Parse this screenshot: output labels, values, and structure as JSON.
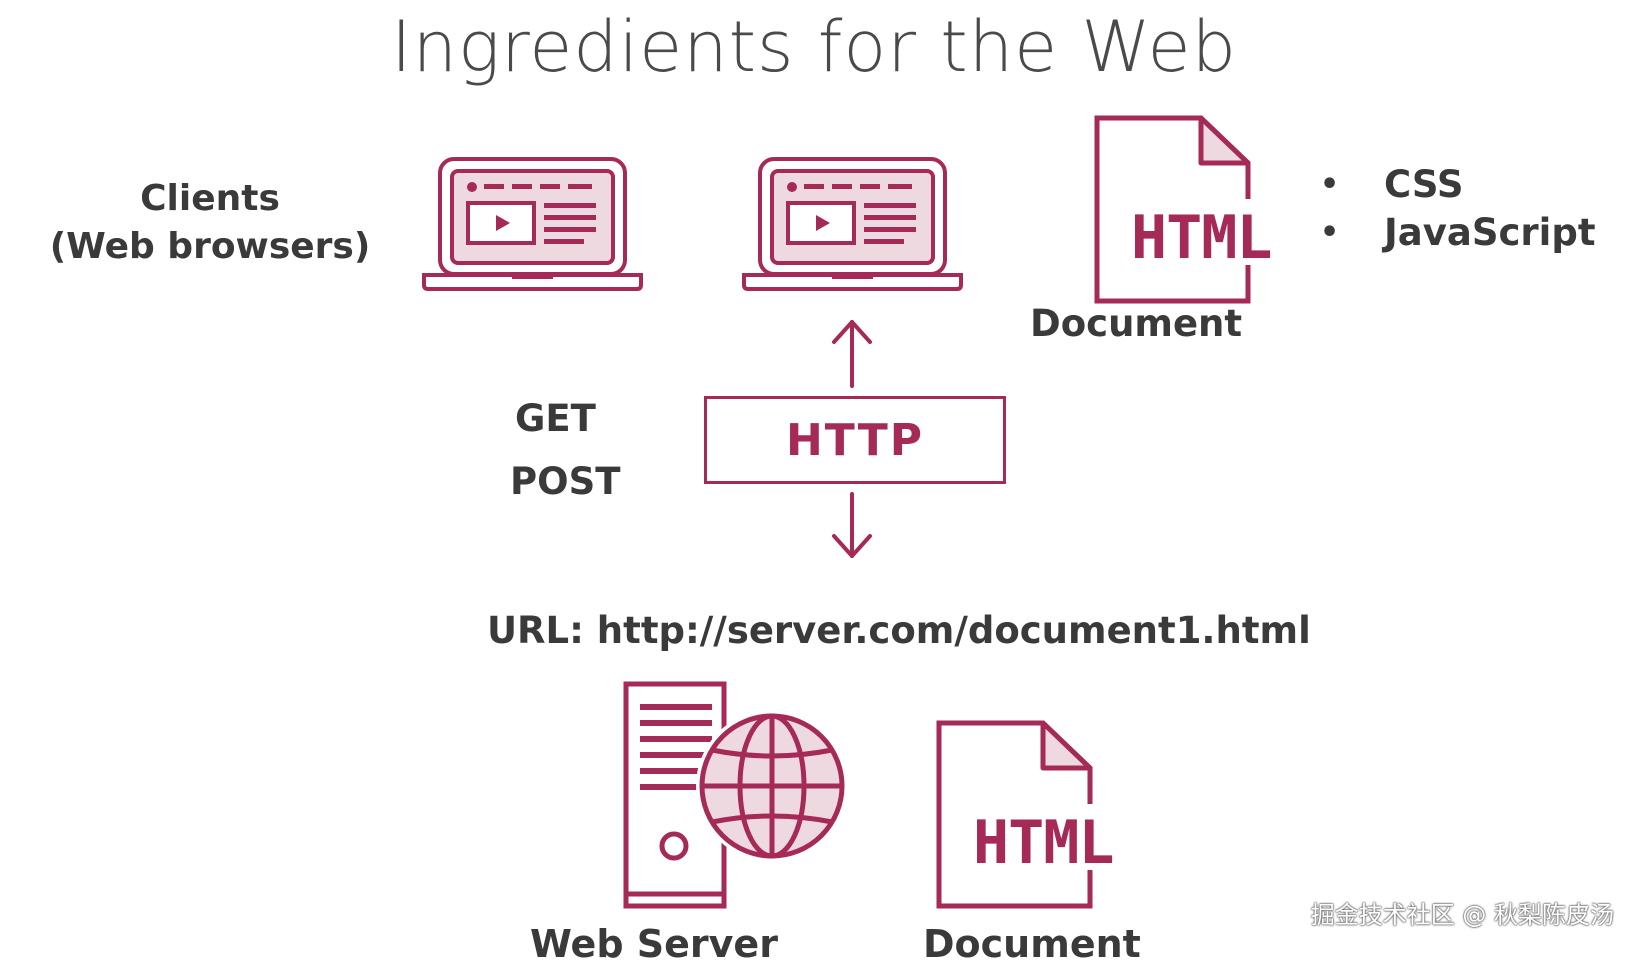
{
  "title": "Ingredients for the Web",
  "clients": {
    "line1": "Clients",
    "line2": "(Web browsers)"
  },
  "document_top": {
    "icon_text": "HTML",
    "label": "Document",
    "bullets": [
      "CSS",
      "JavaScript"
    ]
  },
  "protocol": {
    "box_label": "HTTP",
    "methods": [
      "GET",
      "POST"
    ]
  },
  "url": "URL: http://server.com/document1.html",
  "server": {
    "label": "Web Server"
  },
  "document_bottom": {
    "icon_text": "HTML",
    "label": "Document"
  },
  "watermark": "掘金技术社区 @ 秋梨陈皮汤",
  "colors": {
    "accent": "#a52a57",
    "accent_fill": "#efd9e1",
    "text": "#3a3a3a"
  }
}
